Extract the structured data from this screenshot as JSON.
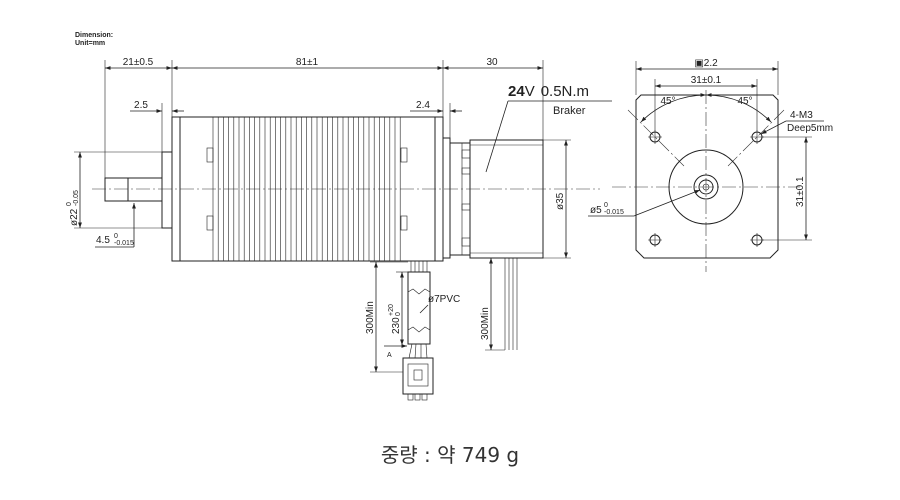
{
  "header": {
    "dimension_label": "Dimension:",
    "unit_label": "Unit=mm"
  },
  "side_view": {
    "dim_shaft": "21±0.5",
    "dim_body": "81±1",
    "dim_brake": "30",
    "dim_front_boss": "2.5",
    "dim_rear_gap": "2.4",
    "brake_voltage": "24",
    "brake_voltage_unit": "V",
    "brake_torque": "0.5N.m",
    "brake_label": "Braker",
    "boss_diameter": {
      "main": "ø22",
      "upper": "0",
      "lower": "-0.05"
    },
    "shaft_flat": {
      "main": "4.5",
      "upper": "0",
      "lower": "-0.015"
    },
    "brake_diameter": "ø35",
    "motor_cable_length": "300Min",
    "sheath_length": {
      "main": "230",
      "upper": "+20",
      "lower": "0"
    },
    "cable_spec": "ø7PVC",
    "view_marker": "A",
    "brake_cable_length": "300Min"
  },
  "front_view": {
    "flange_size": "▣2.2",
    "hole_pitch_h": "31±0.1",
    "angle_left": "45°",
    "angle_right": "45°",
    "hole_spec": "4-M3",
    "hole_depth": "Deep5mm",
    "hole_pitch_v": "31±0.1",
    "shaft_diameter": {
      "main": "ø5",
      "upper": "0",
      "lower": "-0.015"
    }
  },
  "footer": {
    "weight": "중량 : 약 749 g"
  }
}
